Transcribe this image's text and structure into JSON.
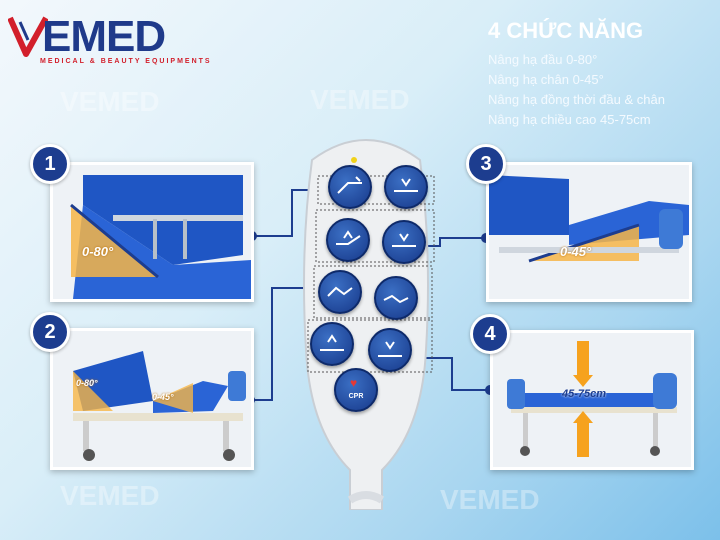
{
  "brand": {
    "name": "VEMED",
    "tagline": "MEDICAL & BEAUTY EQUIPMENTS",
    "colors": {
      "primary": "#1f3a8a",
      "accent": "#d21f2b"
    }
  },
  "features": {
    "title": "4 CHỨC NĂNG",
    "items": [
      "Nâng hạ đầu 0-80°",
      "Nâng hạ chân 0-45°",
      "Nâng hạ đồng thời đầu & chân",
      "Nâng hạ chiều cao 45-75cm"
    ]
  },
  "panels": [
    {
      "number": "1",
      "label": "0-80°"
    },
    {
      "number": "2",
      "labels": [
        "0-80°",
        "0-45°"
      ]
    },
    {
      "number": "3",
      "label": "0-45°"
    },
    {
      "number": "4",
      "label": "45-75cm"
    }
  ],
  "remote": {
    "cpr_label": "CPR",
    "buttons": [
      "head-up-icon",
      "head-down-icon",
      "leg-up-icon",
      "leg-down-icon",
      "both-up-icon",
      "both-down-icon",
      "height-up-icon",
      "height-down-icon"
    ]
  },
  "watermark": "VEMED"
}
